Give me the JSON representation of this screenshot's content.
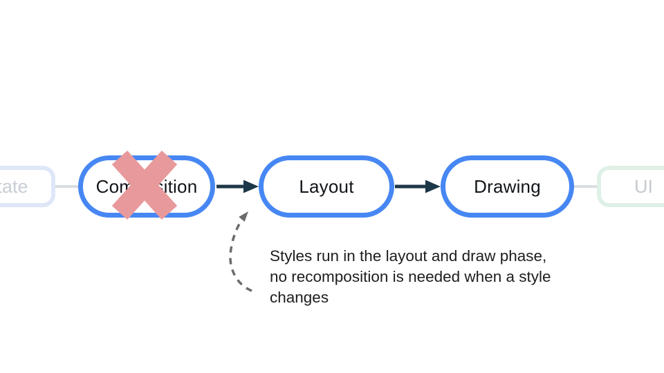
{
  "diagram": {
    "nodes": {
      "state": {
        "label": "State"
      },
      "composition": {
        "label": "Composition"
      },
      "layout": {
        "label": "Layout"
      },
      "drawing": {
        "label": "Drawing"
      },
      "ui": {
        "label": "UI"
      }
    },
    "annotation": {
      "lines": [
        "Styles run in the layout and draw phase,",
        "no recomposition is needed when a style",
        "changes"
      ]
    },
    "colors": {
      "accent_blue_border": "#4787F3",
      "arrow_dark": "#1C3748",
      "cross_red": "#E8999B",
      "muted_state_border": "#DEE7F8",
      "muted_ui_border": "#DFF1E7",
      "muted_label_text": "#C9CED6",
      "muted_connector_line": "#D9DDE2",
      "dashed_arrow_gray": "#6B6B6B",
      "annotation_text": "#1D1D1D",
      "background": "#FFFFFF"
    }
  }
}
